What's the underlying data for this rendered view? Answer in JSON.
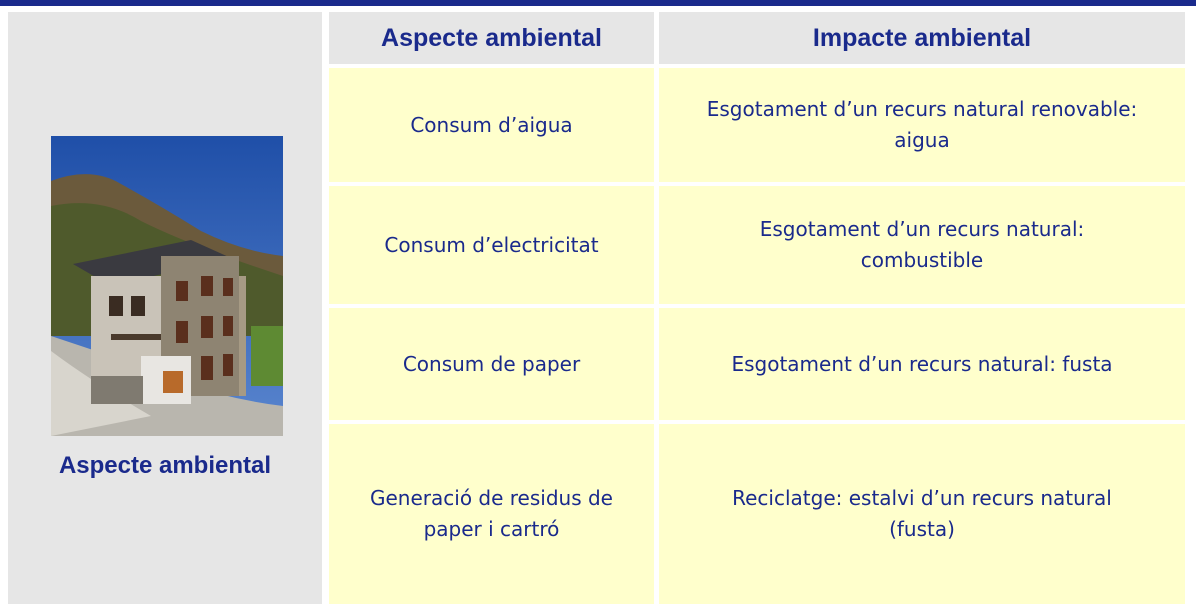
{
  "left_panel": {
    "caption": "Aspecte ambiental",
    "photo_icon": "house-photo"
  },
  "table": {
    "headers": {
      "aspect": "Aspecte ambiental",
      "impact": "Impacte ambiental"
    },
    "rows": [
      {
        "aspect": "Consum d’aigua",
        "impact": "Esgotament d’un recurs natural renovable: aigua"
      },
      {
        "aspect": "Consum d’electricitat",
        "impact": "Esgotament d’un recurs natural: combustible"
      },
      {
        "aspect": "Consum de paper",
        "impact": "Esgotament d’un recurs natural: fusta"
      },
      {
        "aspect": "Generació de residus de paper i cartró",
        "impact": "Reciclatge: estalvi d’un recurs natural (fusta)"
      }
    ]
  },
  "colors": {
    "accent": "#1a2a8c",
    "header_bg": "#e6e6e6",
    "cell_bg": "#ffffcc"
  }
}
